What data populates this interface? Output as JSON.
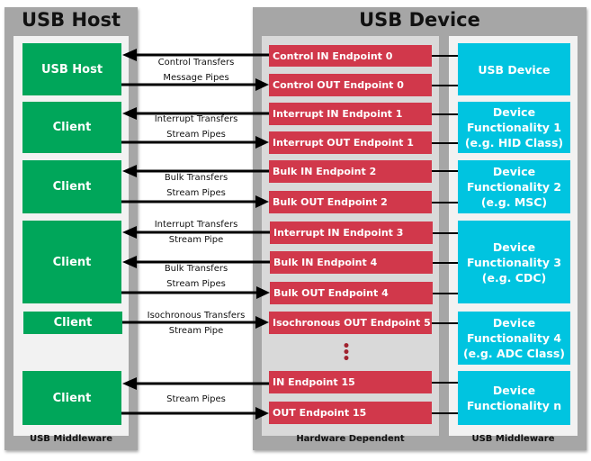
{
  "host": {
    "title": "USB Host",
    "footer": "USB Middleware",
    "boxes": [
      "USB Host",
      "Client",
      "Client",
      "Client",
      "Client",
      "Client"
    ]
  },
  "device": {
    "title": "USB Device",
    "hw_footer": "Hardware Dependent",
    "mw_footer": "USB Middleware",
    "endpoints": [
      "Control IN Endpoint 0",
      "Control OUT Endpoint 0",
      "Interrupt IN Endpoint 1",
      "Interrupt OUT Endpoint 1",
      "Bulk IN Endpoint 2",
      "Bulk OUT Endpoint 2",
      "Interrupt IN Endpoint 3",
      "Bulk IN Endpoint 4",
      "Bulk OUT Endpoint 4",
      "Isochronous OUT Endpoint 5",
      "IN Endpoint 15",
      "OUT Endpoint 15"
    ],
    "ellipsis": "⋮",
    "functions": [
      [
        "USB Device"
      ],
      [
        "Device",
        "Functionality 1",
        "(e.g. HID Class)"
      ],
      [
        "Device",
        "Functionality 2",
        "(e.g. MSC)"
      ],
      [
        "Device",
        "Functionality 3",
        "(e.g. CDC)"
      ],
      [
        "Device",
        "Functionality 4",
        "(e.g. ADC Class)"
      ],
      [
        "Device",
        "Functionality n"
      ]
    ]
  },
  "transfers": [
    {
      "line1": "Control Transfers",
      "line2": "Message Pipes"
    },
    {
      "line1": "Interrupt Transfers",
      "line2": "Stream Pipes"
    },
    {
      "line1": "Bulk Transfers",
      "line2": "Stream Pipes"
    },
    {
      "line1": "Interrupt Transfers",
      "line2": "Stream Pipe"
    },
    {
      "line1": "Bulk Transfers",
      "line2": "Stream Pipes"
    },
    {
      "line1": "Isochronous Transfers",
      "line2": "Stream Pipe"
    },
    {
      "line1": "Stream Pipes",
      "line2": ""
    }
  ],
  "colors": {
    "host_box": "#00a65a",
    "endpoint": "#d1384b",
    "function_box": "#00c4e0",
    "frame": "#a6a6a6"
  }
}
